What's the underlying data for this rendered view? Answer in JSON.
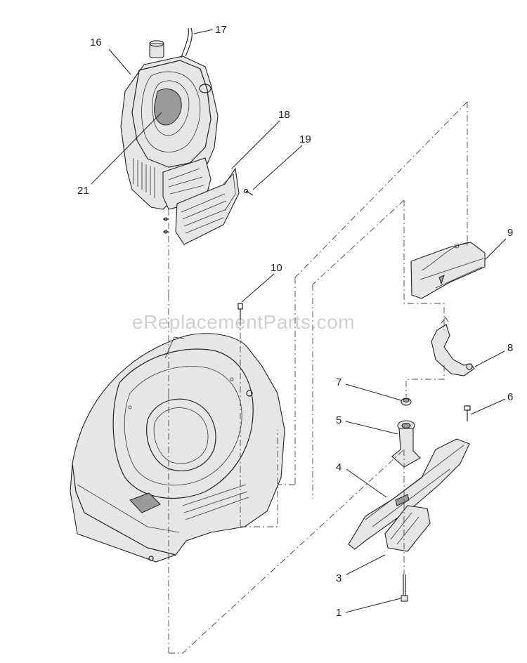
{
  "watermark": "eReplacementParts.com",
  "callouts": [
    {
      "id": "c16",
      "label": "16"
    },
    {
      "id": "c17",
      "label": "17"
    },
    {
      "id": "c18",
      "label": "18"
    },
    {
      "id": "c19",
      "label": "19"
    },
    {
      "id": "c21",
      "label": "21"
    },
    {
      "id": "c9",
      "label": "9"
    },
    {
      "id": "c10",
      "label": "10"
    },
    {
      "id": "c8",
      "label": "8"
    },
    {
      "id": "c7",
      "label": "7"
    },
    {
      "id": "c6",
      "label": "6"
    },
    {
      "id": "c5",
      "label": "5"
    },
    {
      "id": "c4",
      "label": "4"
    },
    {
      "id": "c3",
      "label": "3"
    },
    {
      "id": "c1",
      "label": "1"
    }
  ]
}
